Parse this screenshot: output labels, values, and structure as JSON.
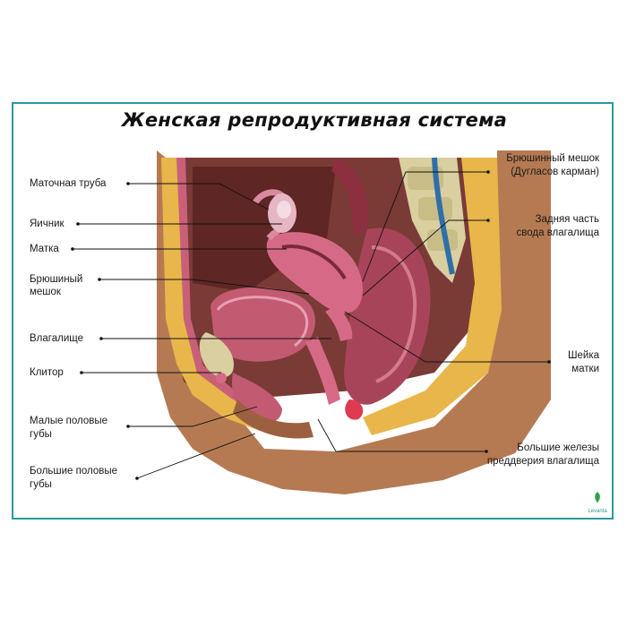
{
  "title": "Женская репродуктивная система",
  "labels": {
    "fallopian_tube": "Маточная труба",
    "ovary": "Яичник",
    "uterus": "Матка",
    "peritoneal_pouch_line1": "Брюшиный",
    "peritoneal_pouch_line2": "мешок",
    "vagina": "Влагалище",
    "clitoris": "Клитор",
    "labia_minora_line1": "Малые половые",
    "labia_minora_line2": "губы",
    "labia_majora_line1": "Большие половые",
    "labia_majora_line2": "губы",
    "douglas_line1": "Брюшинный мешок",
    "douglas_line2": "(Дугласов карман)",
    "posterior_fornix_line1": "Задняя часть",
    "posterior_fornix_line2": "свода влагалища",
    "cervix_line1": "Шейка",
    "cervix_line2": "матки",
    "bartholin_line1": "Большие железы",
    "bartholin_line2": "преддверия влагалища"
  },
  "logo": {
    "text": "Levanta"
  },
  "colors": {
    "frame": "#2a9aa0",
    "skin": "#b57a52",
    "fat": "#e8b64a",
    "organ": "#c25a72",
    "cavity": "#8c3a3c",
    "bone": "#d9cfa0",
    "vein": "#2f6fa8"
  }
}
